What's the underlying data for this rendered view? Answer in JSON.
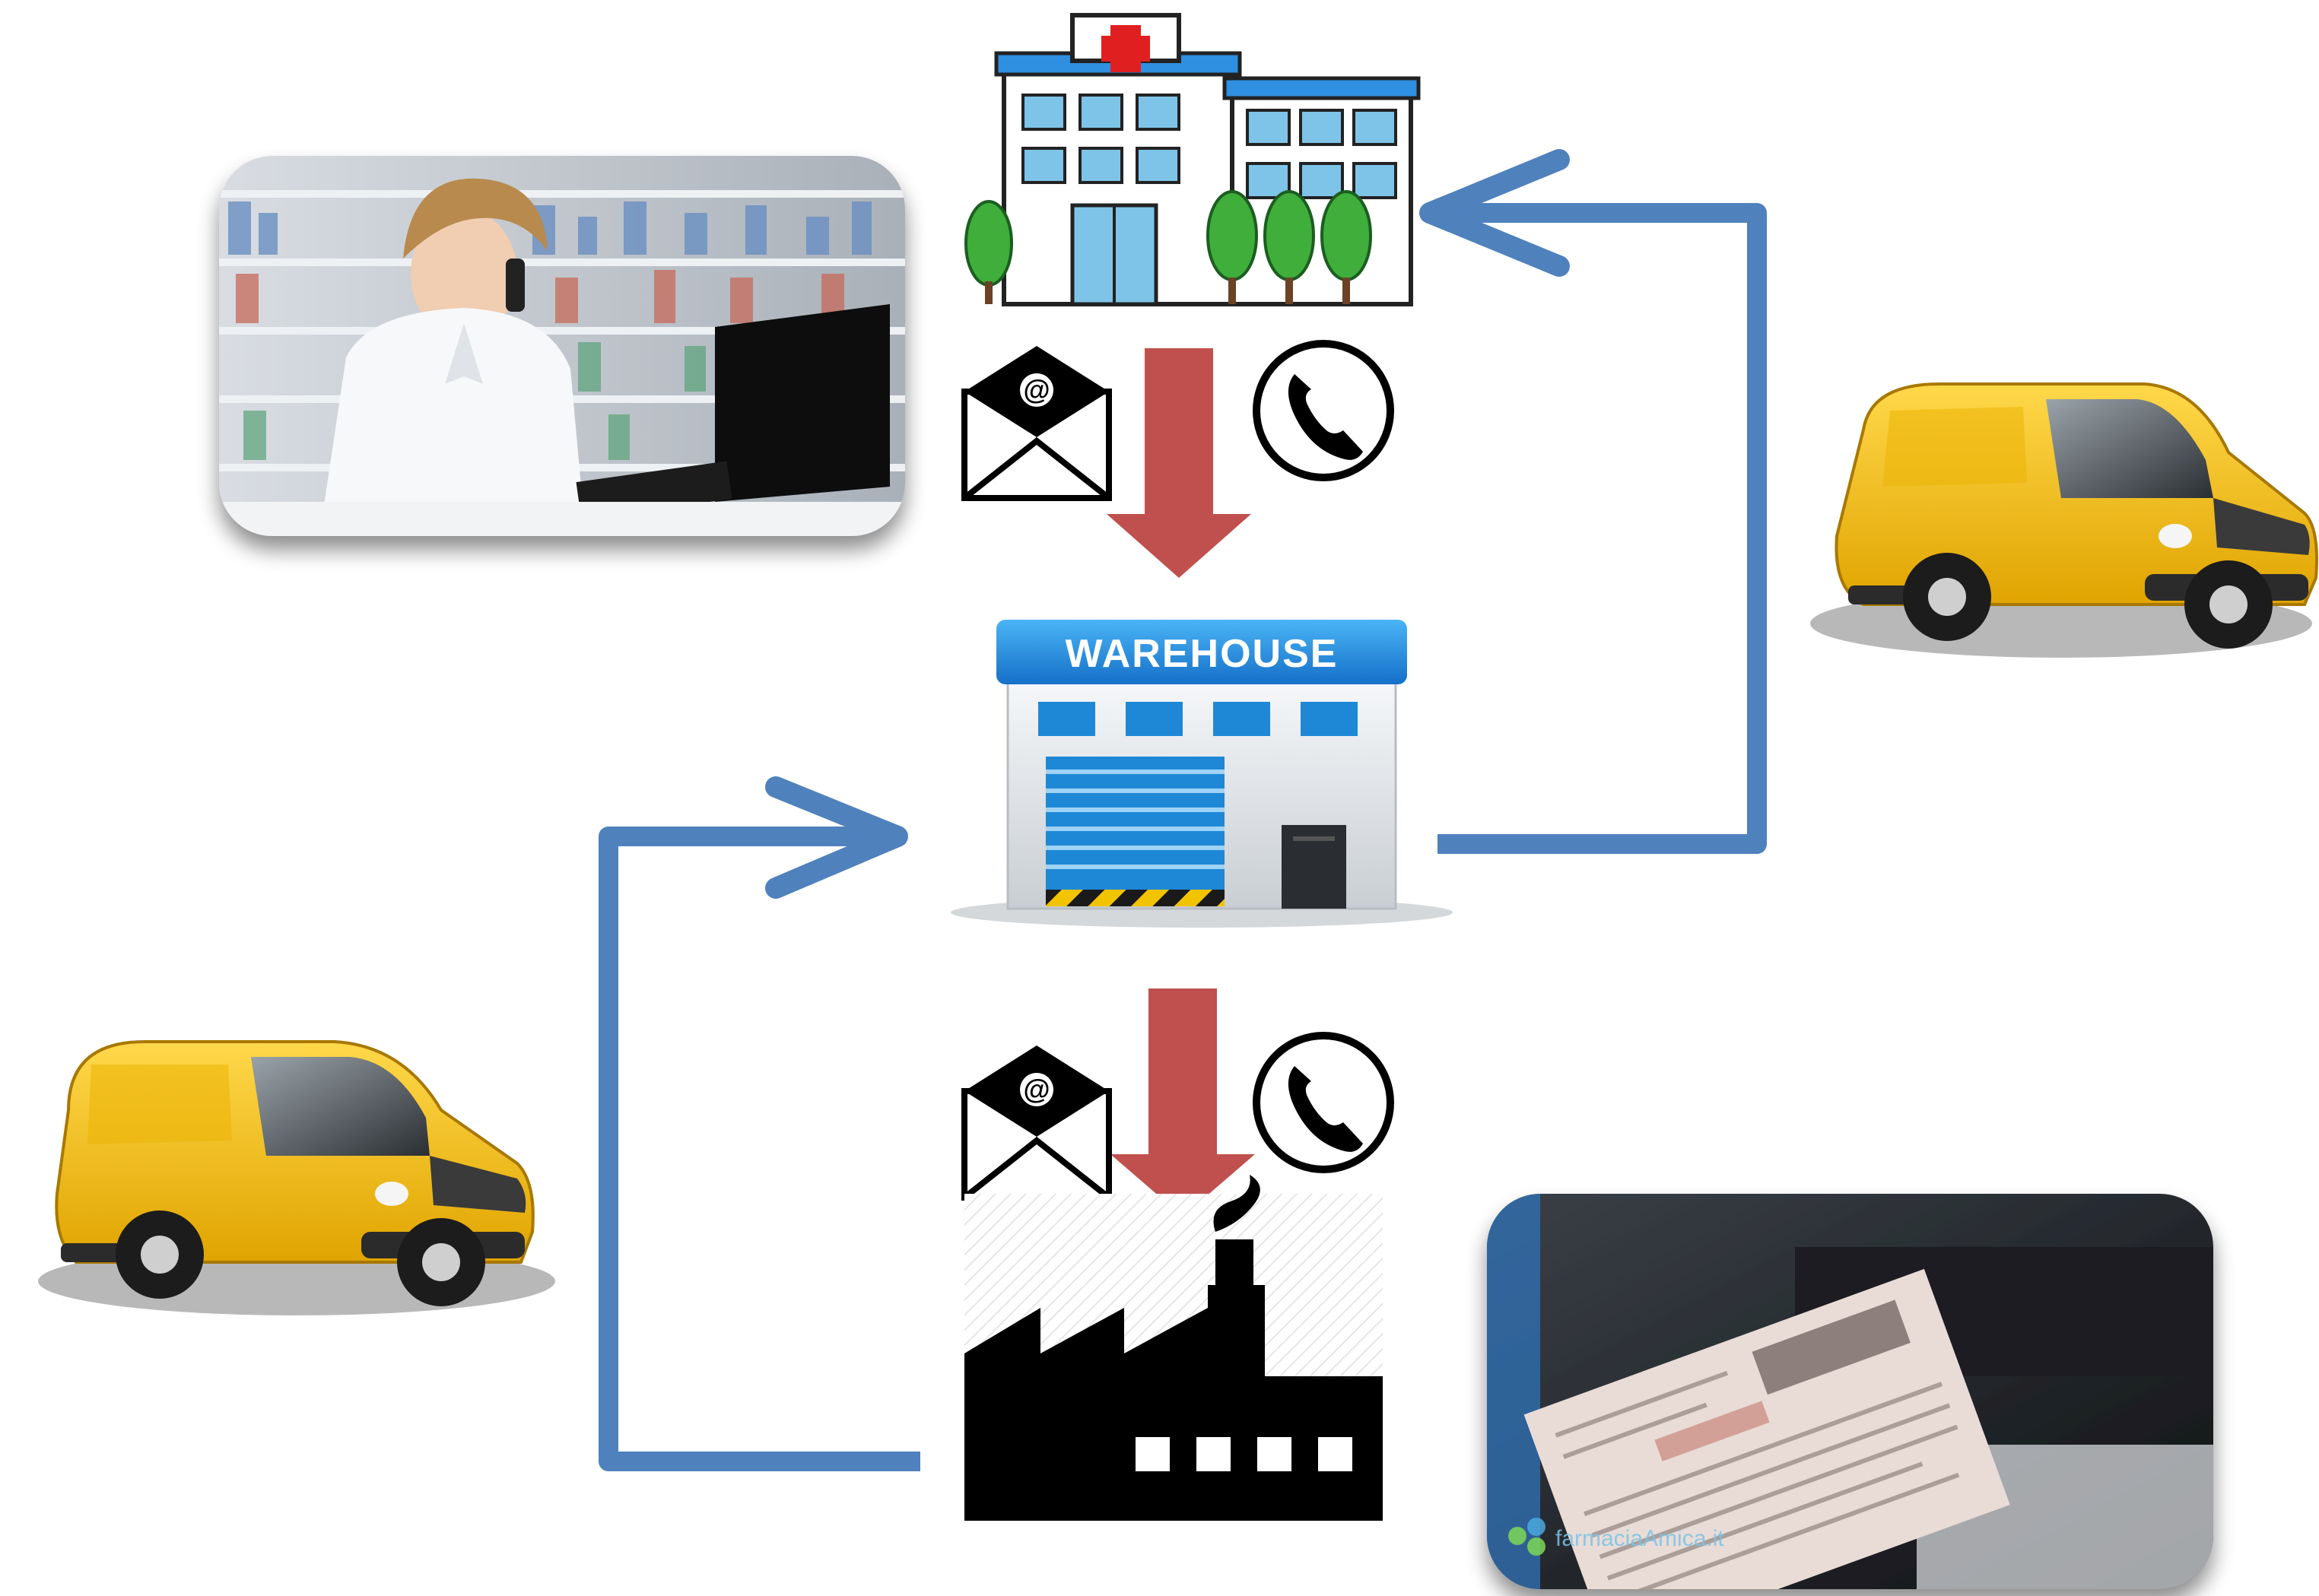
{
  "diagram": {
    "nodes": [
      {
        "id": "hospital",
        "icon": "hospital-icon"
      },
      {
        "id": "warehouse",
        "icon": "warehouse-icon",
        "sign_label": "WAREHOUSE"
      },
      {
        "id": "factory",
        "icon": "factory-icon"
      },
      {
        "id": "pharmacist-photo",
        "icon": "pharmacist-on-phone-photo"
      },
      {
        "id": "document-photo",
        "icon": "delivery-document-photo",
        "watermark_text": "farmaciaAmica.it"
      }
    ],
    "flows": [
      {
        "from": "hospital",
        "to": "warehouse",
        "kind": "order",
        "channels": [
          "email-icon",
          "phone-icon"
        ],
        "color": "#c0504d"
      },
      {
        "from": "warehouse",
        "to": "factory",
        "kind": "order",
        "channels": [
          "email-icon",
          "phone-icon"
        ],
        "color": "#c0504d"
      },
      {
        "from": "factory",
        "to": "warehouse",
        "kind": "delivery",
        "vehicle": "van-icon",
        "color": "#4f81bd"
      },
      {
        "from": "warehouse",
        "to": "hospital",
        "kind": "delivery",
        "vehicle": "van-icon",
        "color": "#4f81bd"
      }
    ],
    "colors": {
      "order_arrow": "#c0504d",
      "delivery_arrow": "#4f81bd",
      "van_yellow": "#f2b705",
      "warehouse_blue": "#1e88d6",
      "hospital_red": "#e02020"
    }
  }
}
